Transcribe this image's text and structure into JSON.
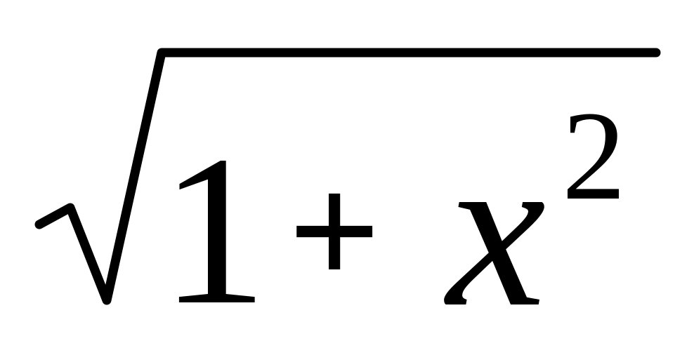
{
  "formula": {
    "radicand": {
      "first_term": "1",
      "operator": "+",
      "variable": "x",
      "exponent": "2"
    }
  },
  "colors": {
    "background": "#ffffff",
    "ink": "#000000"
  }
}
